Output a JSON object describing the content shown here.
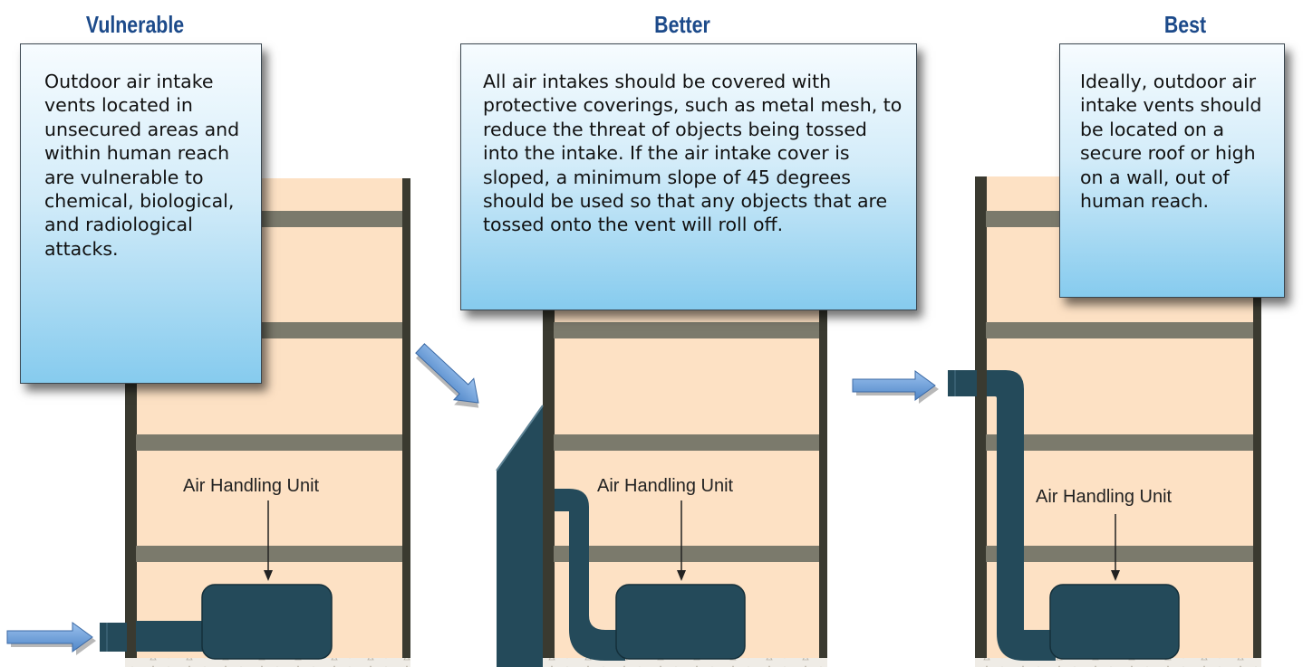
{
  "panels": [
    {
      "id": "vulnerable",
      "title": "Vulnerable",
      "callout": "Outdoor air intake vents located in unsecured areas and within human reach are vulnerable to chemical, biological, and radiological attacks.",
      "unit_label": "Air Handling Unit"
    },
    {
      "id": "better",
      "title": "Better",
      "callout": "All air intakes should be covered with protective coverings, such as metal mesh, to reduce the threat of objects being tossed into the intake. If the air intake cover is sloped, a minimum slope of 45 degrees should be used so that any objects that are tossed onto the vent will roll off.",
      "unit_label": "Air Handling Unit"
    },
    {
      "id": "best",
      "title": "Best",
      "callout": "Ideally, outdoor air intake vents should be located on a secure roof or high on a wall, out of human reach.",
      "unit_label": "Air Handling Unit"
    }
  ],
  "colors": {
    "title": "#1c4a8a",
    "building_fill": "#fde1c4",
    "floor_slab": "#7b7a6c",
    "wall": "#3a3a30",
    "duct": "#244a5a",
    "arrow": "#6f9fd8",
    "callout_top": "#f7fcff",
    "callout_bottom": "#86cbee"
  }
}
